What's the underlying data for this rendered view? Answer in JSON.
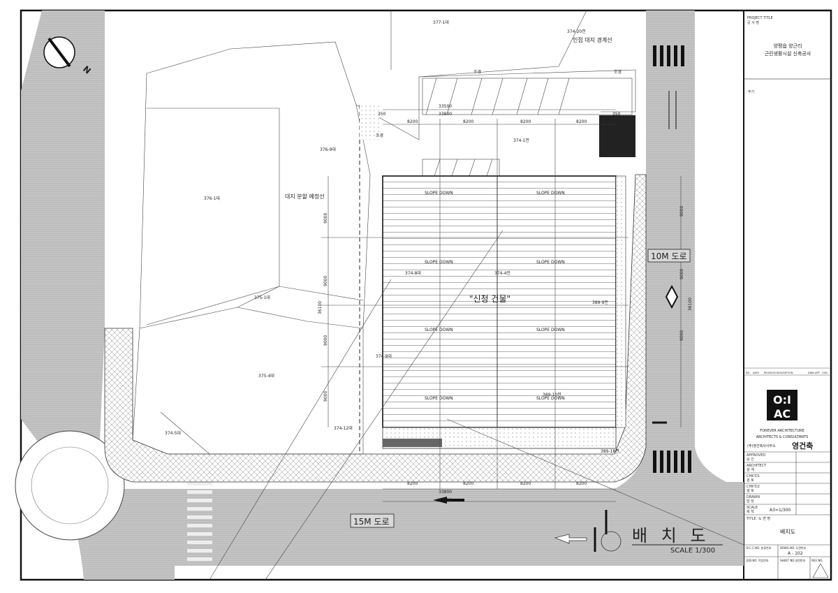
{
  "plan": {
    "lots": {
      "l377_1": "377-1대",
      "l374_20": "374-20전",
      "l374_1": "374-1전",
      "l376_9": "376-9대",
      "l376_1": "376-1대",
      "l374_8": "374-8대",
      "l374_4": "374-4전",
      "l389_9": "389-9전",
      "l375_1": "375-1대",
      "l374_9": "374-9대",
      "l375_4": "375-4대",
      "l374_5": "374-5대",
      "l374_12": "374-12대",
      "l389_10": "389-10전",
      "l389_18": "389-18전"
    },
    "notes": {
      "adjacent_boundary": "인접 대지 경계선",
      "split_line": "대지 분할 예정선",
      "building": "\"신청 건물\"",
      "landscape": "조경",
      "road_10m": "10M 도로",
      "road_15m": "15M 도로",
      "slope_down": "SLOPE DOWN",
      "north": "N"
    },
    "dims": {
      "total_a": "33500",
      "total_b": "33800",
      "bay": "8200",
      "span": "9000",
      "edge": "350",
      "total_v": "36100"
    },
    "drawing_title": "배 치 도",
    "scale_label": "SCALE  1/300"
  },
  "title_block": {
    "project_title_label": "PROJECT TITLE",
    "project_title_kr": "공 사 명",
    "project_line1": "양평읍 양근리",
    "project_line2": "근린생활시설 신축공사",
    "notes_label": "주기",
    "rev_headers": [
      "NO.",
      "DATE",
      "REVISION DESCRIPTION",
      "DWN",
      "APP",
      "CHD"
    ],
    "logo_top": "O:I",
    "logo_bottom": "AC",
    "firm_line1": "FOREVER ARCHITECTURE",
    "firm_line2": "ARCHITECTS & CONSULTANTS",
    "firm_kr": "(주)영건축사사무소",
    "firm_brand": "영건축",
    "rows": [
      {
        "en": "APPROVED",
        "kr": "승 인"
      },
      {
        "en": "ARCHITECT",
        "kr": "설 계"
      },
      {
        "en": "CHK'D1",
        "kr": "검 토"
      },
      {
        "en": "CHK'D2",
        "kr": "검 토"
      },
      {
        "en": "DRAWN",
        "kr": "담 당"
      },
      {
        "en": "SCALE",
        "kr": "축 척"
      }
    ],
    "scale_value": "A3=1/300",
    "title_label": "TITLE",
    "title_label_kr": "도 면 명",
    "title_value": "배치도",
    "bcc_label": "B.C.C.NO. 분류번호",
    "drwg_label": "DRWG NO. 도면번호",
    "drwg_value": "A - 102",
    "job_label": "JOB NO. 작업번호",
    "sheet_label": "SHEET NO.일련번호",
    "rev_label": "REV NO."
  }
}
